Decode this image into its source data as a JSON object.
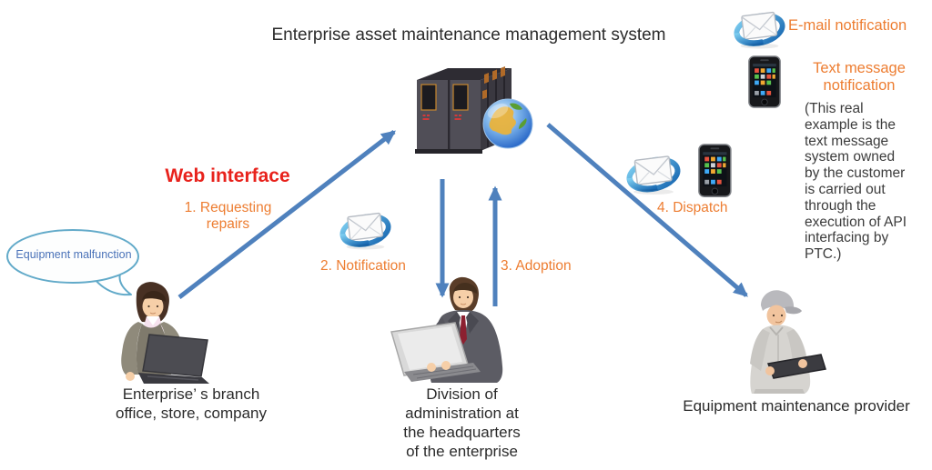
{
  "title": "Enterprise asset maintenance management system",
  "legend": {
    "email_label": "E-mail notification",
    "sms_label": "Text message\n notification",
    "email_icon": "email-swoosh-icon",
    "sms_icon": "smartphone-icon"
  },
  "note": "(This real\nexample is the\ntext message\nsystem owned\nby the customer\nis carried out\nthrough the\nexecution of API\ninterfacing by\nPTC.)",
  "labels": {
    "web_interface": "Web interface",
    "step1": "1. Requesting\nrepairs",
    "step2": "2. Notification",
    "step3": "3. Adoption",
    "step4": "4. Dispatch",
    "bubble": "Equipment malfunction"
  },
  "actors": {
    "branch": "Enterprise’ s branch\noffice, store, company",
    "hq": "Division of\nadministration at\nthe headquarters\nof the enterprise",
    "provider": "Equipment maintenance provider"
  },
  "icons": {
    "server": "server-rack-globe-icon",
    "email": "email-swoosh-icon",
    "phone": "smartphone-icon",
    "person_branch": "woman-with-laptop-figure",
    "person_hq": "man-with-laptop-figure",
    "person_provider": "technician-with-tablet-figure"
  },
  "colors": {
    "arrow_blue": "#4f81bd",
    "accent_orange": "#ed7d31",
    "accent_red": "#e8221c",
    "bubble_outline": "#62aac9",
    "bubble_text": "#4a72b8",
    "body_text": "#2b2b2b"
  }
}
